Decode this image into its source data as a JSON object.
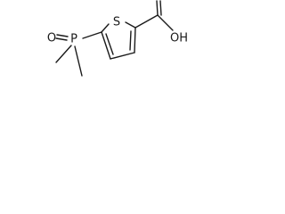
{
  "atoms": {
    "sulfur": "S",
    "phosphorus": "P",
    "phosphoryl_oxygen": "O",
    "hydroxyl": "OH"
  }
}
